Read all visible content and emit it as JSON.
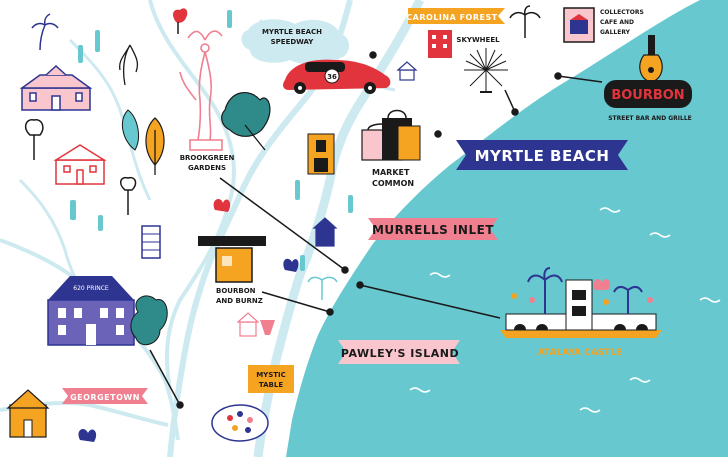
{
  "map": {
    "colors": {
      "ocean": "#67c8d0",
      "land": "#ffffff",
      "water": "#cdeaf0",
      "navy": "#2d3591",
      "pink": "#f07f8f",
      "pink_light": "#f9c6cd",
      "orange": "#f5a422",
      "red": "#e2343c",
      "ink": "#1a1a1a"
    },
    "banners": {
      "myrtle_beach": "MYRTLE BEACH",
      "murrells_inlet": "MURRELLS INLET",
      "pawleys_island": "PAWLEY'S ISLAND",
      "georgetown": "GEORGETOWN",
      "carolina_forest": "CAROLINA FOREST"
    },
    "labels": {
      "speedway": "MYRTLE BEACH SPEEDWAY",
      "brookgreen_line1": "BROOKGREEN",
      "brookgreen_line2": "GARDENS",
      "market_line1": "MARKET",
      "market_line2": "COMMON",
      "skywheel": "SKYWHEEL",
      "coffee_line1": "COLLECTORS",
      "coffee_line2": "CAFE AND",
      "coffee_line3": "GALLERY",
      "bourbon_sign": "BOURBON",
      "bourbon_sub": "STREET BAR AND GRILLE",
      "bourbon_burnz_line1": "BOURBON",
      "bourbon_burnz_line2": "AND BURNZ",
      "mystic_line1": "MYSTIC",
      "mystic_line2": "TABLE",
      "atalaya": "ATALAYA CASTLE",
      "house_sign": "620 PRINCE"
    }
  }
}
